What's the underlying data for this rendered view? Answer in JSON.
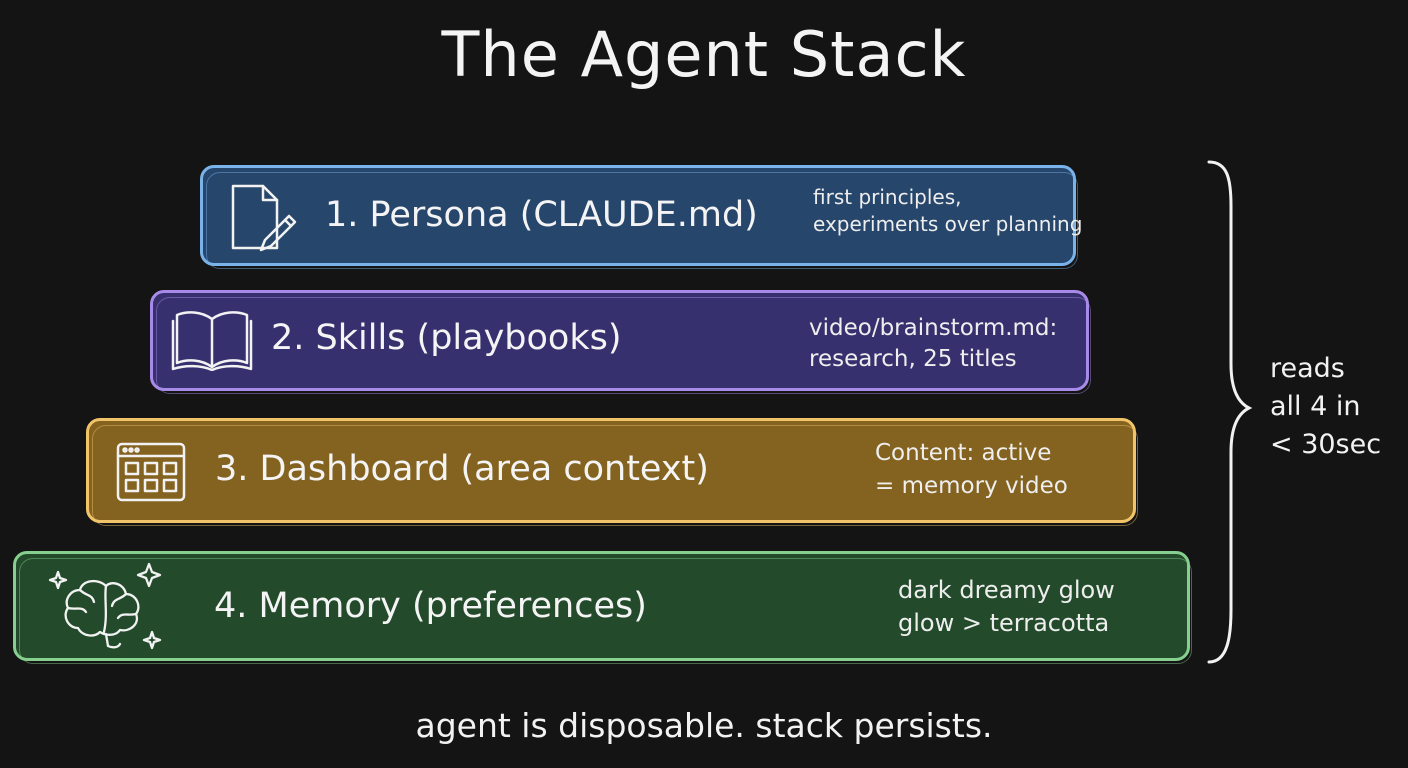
{
  "title": "The Agent Stack",
  "layers": [
    {
      "label": "1. Persona (CLAUDE.md)",
      "note": [
        "first principles,",
        "experiments over planning"
      ],
      "icon": "document-pencil-icon",
      "fill": "#27466c",
      "stroke": "#7ab2ea"
    },
    {
      "label": "2. Skills (playbooks)",
      "note": [
        "video/brainstorm.md:",
        "research, 25 titles"
      ],
      "icon": "open-book-icon",
      "fill": "#37306e",
      "stroke": "#a88be8"
    },
    {
      "label": "3. Dashboard (area context)",
      "note": [
        "Content: active",
        "= memory video"
      ],
      "icon": "dashboard-window-icon",
      "fill": "#84621f",
      "stroke": "#f2c46a"
    },
    {
      "label": "4. Memory (preferences)",
      "note": [
        "dark dreamy glow",
        "glow > terracotta"
      ],
      "icon": "brain-sparkle-icon",
      "fill": "#234b2b",
      "stroke": "#86cf8e"
    }
  ],
  "side_note": [
    "reads",
    "all 4 in",
    "< 30sec"
  ],
  "footer": "agent is disposable. stack persists."
}
